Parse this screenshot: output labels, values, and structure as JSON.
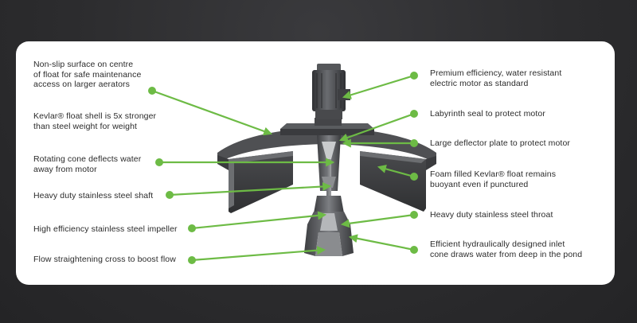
{
  "colors": {
    "accent": "#6dbb45",
    "metal_dark": "#3b3c3e",
    "metal_mid": "#5b5d60",
    "metal_light": "#8a8c8f",
    "panel": "#ffffff",
    "background": "#2b2b2d"
  },
  "labels_left": [
    "Non-slip surface on centre\nof float for safe maintenance\naccess on larger aerators",
    "Kevlar® float shell is 5x stronger\nthan steel weight for weight",
    "Rotating cone deflects water\naway from motor",
    "Heavy duty stainless steel shaft",
    "High efficiency stainless steel impeller",
    "Flow straightening cross to boost flow"
  ],
  "labels_right": [
    "Premium efficiency, water resistant\nelectric motor as standard",
    "Labyrinth seal to protect motor",
    "Large deflector plate to protect motor",
    "Foam filled Kevlar® float remains\nbuoyant even if punctured",
    "Heavy duty stainless steel throat",
    "Efficient hydraulically designed inlet\ncone draws water from deep in the pond"
  ]
}
